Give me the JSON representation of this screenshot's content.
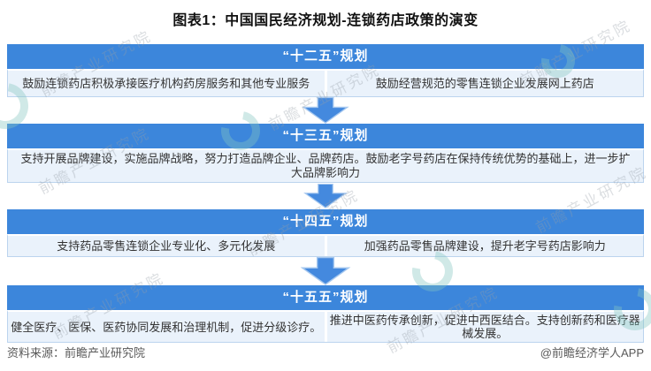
{
  "title": "图表1：中国国民经济规划-连锁药店政策的演变",
  "colors": {
    "header_blue": "#3C86DB",
    "arrow_blue": "#4489DE",
    "arrow_outline": "#A6C8EF",
    "content_bg": "#EAF2FB",
    "content_border": "#BCD4EE",
    "text": "#333333",
    "footer_text": "#595959"
  },
  "sections": [
    {
      "header": "“十二五”规划",
      "cells": [
        "鼓励连锁药店积极承接医疗机构药房服务和其他专业服务",
        "鼓励经营规范的零售连锁企业发展网上药店"
      ]
    },
    {
      "header": "“十三五”规划",
      "cells": [
        "支持开展品牌建设，实施品牌战略，努力打造品牌企业、品牌药店。鼓励老字号药店在保持传统优势的基础上，进一步扩大品牌影响力"
      ]
    },
    {
      "header": "“十四五”规划",
      "cells": [
        "支持药品零售连锁企业专业化、多元化发展",
        "加强药品零售品牌建设，提升老字号药店影响力"
      ]
    },
    {
      "header": "“十五五”规划",
      "cells": [
        "健全医疗、医保、医药协同发展和治理机制，促进分级诊疗。",
        "推进中医药传承创新，促进中西医结合。支持创新药和医疗器械发展。"
      ]
    }
  ],
  "footer": {
    "source": "资料来源：前瞻产业研究院",
    "brand": "@前瞻经济学人APP"
  },
  "watermark": {
    "text": "前瞻产业研究院"
  }
}
